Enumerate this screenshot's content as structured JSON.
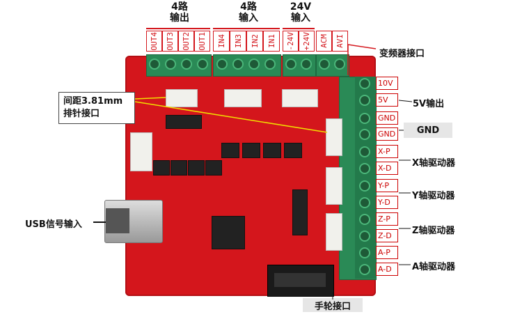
{
  "top_groups": [
    {
      "title_line1": "4路",
      "title_line2": "输出"
    },
    {
      "title_line1": "4路",
      "title_line2": "输入"
    },
    {
      "title_line1": "24V",
      "title_line2": "输入"
    }
  ],
  "top_pins": [
    "OUT4",
    "OUT3",
    "OUT2",
    "OUT1",
    "IN4",
    "IN3",
    "IN2",
    "IN1",
    "-24V",
    "+24V",
    "ACM",
    "AVI"
  ],
  "right_pins": [
    "10V",
    "5V",
    "GND",
    "GND",
    "X-P",
    "X-D",
    "Y-P",
    "Y-D",
    "Z-P",
    "Z-D",
    "A-P",
    "A-D"
  ],
  "callouts": {
    "vfd": "变频器接口",
    "v5out": "5V输出",
    "gnd": "GND",
    "x_driver": "X轴驱动器",
    "y_driver": "Y轴驱动器",
    "z_driver": "Z轴驱动器",
    "a_driver": "A轴驱动器",
    "pitch_line1": "间距3.81mm",
    "pitch_line2": "排针接口",
    "usb": "USB信号输入",
    "handwheel": "手轮接口"
  },
  "colors": {
    "pcb": "#d4161c",
    "terminal": "#2a8a56",
    "label_red": "#d4161c"
  }
}
